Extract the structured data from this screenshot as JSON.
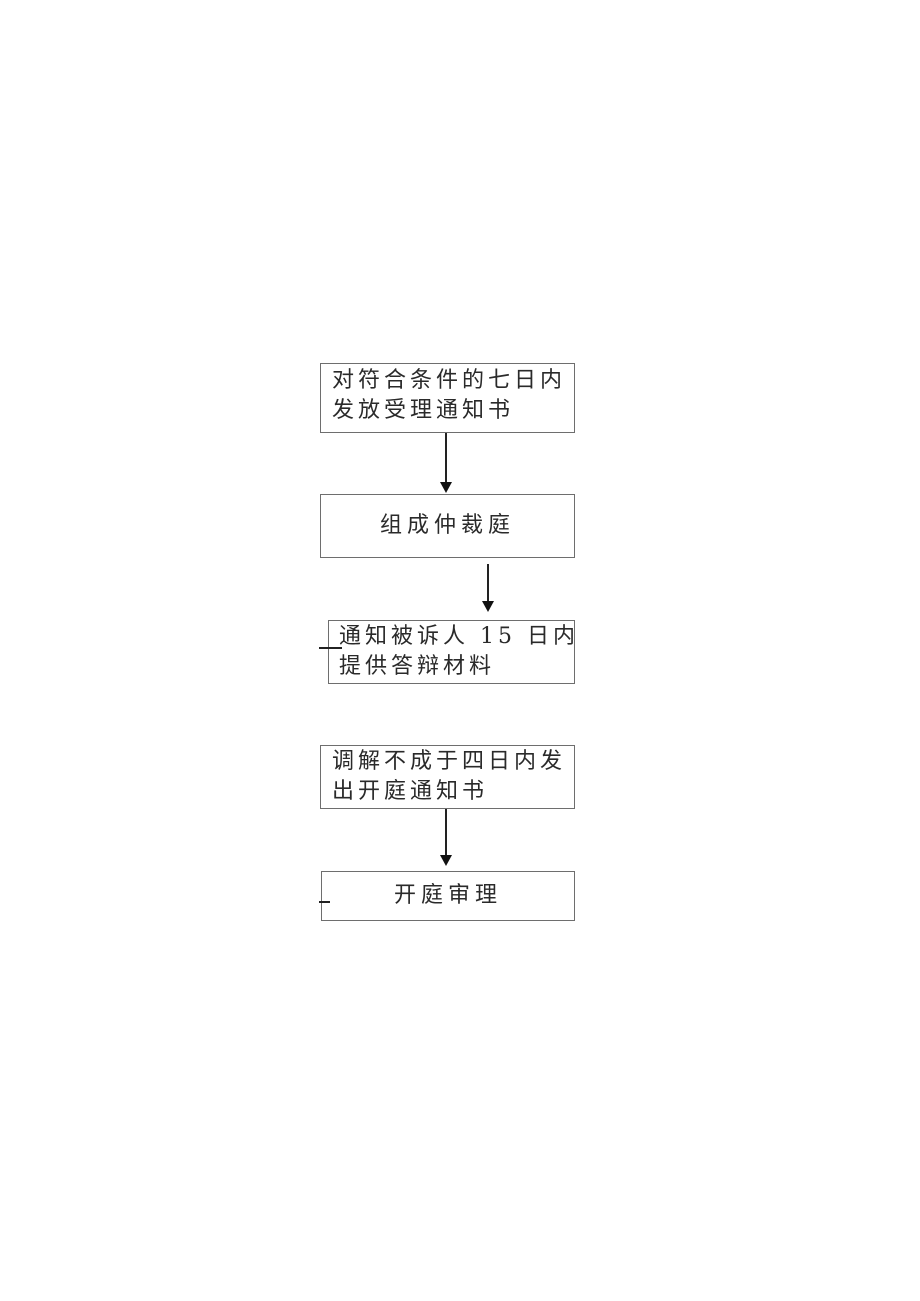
{
  "diagram": {
    "type": "flowchart",
    "nodes": [
      {
        "id": "n1",
        "lines": [
          "对符合条件的七日内",
          "发放受理通知书"
        ]
      },
      {
        "id": "n2",
        "lines": [
          "组成仲裁庭"
        ]
      },
      {
        "id": "n3",
        "lines": [
          "通知被诉人 15 日内",
          "提供答辩材料"
        ]
      },
      {
        "id": "n4",
        "lines": [
          "调解不成于四日内发",
          "出开庭通知书"
        ]
      },
      {
        "id": "n5",
        "lines": [
          "开庭审理"
        ]
      }
    ],
    "edges": [
      {
        "from": "n1",
        "to": "n2"
      },
      {
        "from": "n2",
        "to": "n3"
      },
      {
        "from": "n4",
        "to": "n5"
      }
    ]
  }
}
